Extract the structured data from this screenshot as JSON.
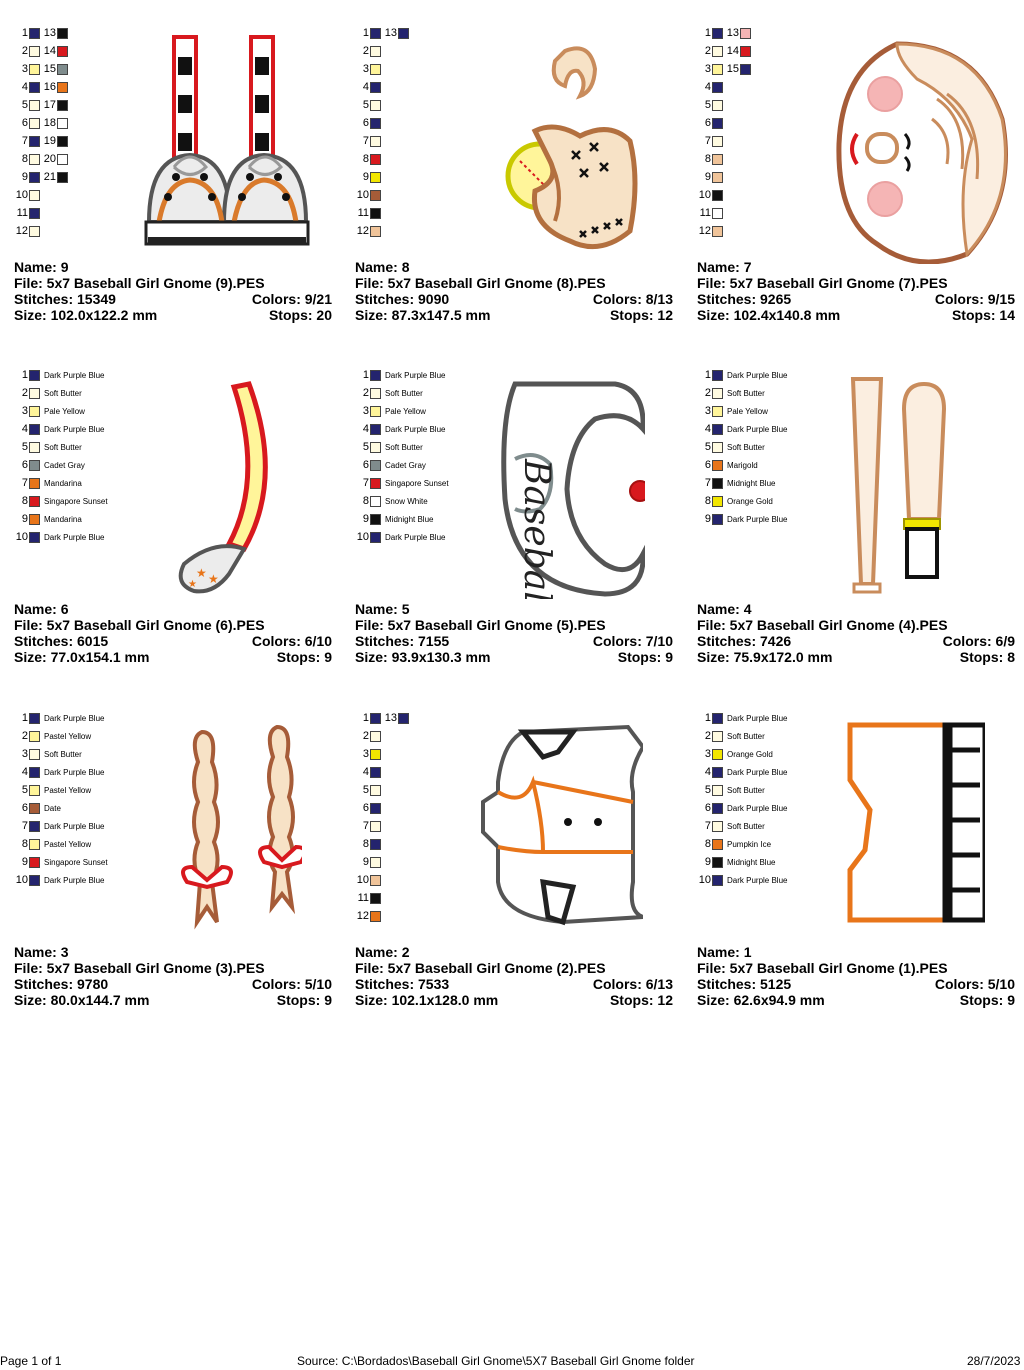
{
  "labels": {
    "name": "Name:",
    "file": "File:",
    "stitches": "Stitches:",
    "size": "Size:",
    "colors": "Colors:",
    "stops": "Stops:"
  },
  "footer": {
    "page": "Page 1 of 1",
    "source": "Source: C:\\Bordados\\Baseball Girl Gnome\\5X7 Baseball Girl Gnome folder",
    "date": "28/7/2023"
  },
  "designs": [
    {
      "name": "9",
      "file": "5x7  Baseball Girl Gnome (9).PES",
      "stitches": "15349",
      "colors": "9/21",
      "size": "102.0x122.2 mm",
      "stops": "20",
      "art": "legs-icon",
      "swatches": [
        {
          "n": "1",
          "c": "#24246e"
        },
        {
          "n": "2",
          "c": "#fffbe1"
        },
        {
          "n": "3",
          "c": "#fff59a"
        },
        {
          "n": "4",
          "c": "#24246e"
        },
        {
          "n": "5",
          "c": "#fffbe1"
        },
        {
          "n": "6",
          "c": "#fffbe1"
        },
        {
          "n": "7",
          "c": "#24246e"
        },
        {
          "n": "8",
          "c": "#fffbe1"
        },
        {
          "n": "9",
          "c": "#24246e"
        },
        {
          "n": "10",
          "c": "#fffbe1"
        },
        {
          "n": "11",
          "c": "#24246e"
        },
        {
          "n": "12",
          "c": "#fffbe1"
        },
        {
          "n": "13",
          "c": "#111111"
        },
        {
          "n": "14",
          "c": "#d8191e"
        },
        {
          "n": "15",
          "c": "#7f8c8d"
        },
        {
          "n": "16",
          "c": "#e8751a"
        },
        {
          "n": "17",
          "c": "#111111"
        },
        {
          "n": "18",
          "c": "#ffffff"
        },
        {
          "n": "19",
          "c": "#111111"
        },
        {
          "n": "20",
          "c": "#ffffff"
        },
        {
          "n": "21",
          "c": "#111111"
        }
      ]
    },
    {
      "name": "8",
      "file": "5x7  Baseball Girl Gnome (8).PES",
      "stitches": "9090",
      "colors": "8/13",
      "size": "87.3x147.5 mm",
      "stops": "12",
      "art": "glove-icon",
      "swatches": [
        {
          "n": "1",
          "c": "#24246e"
        },
        {
          "n": "2",
          "c": "#fffbe1"
        },
        {
          "n": "3",
          "c": "#fff59a"
        },
        {
          "n": "4",
          "c": "#24246e"
        },
        {
          "n": "5",
          "c": "#fffbe1"
        },
        {
          "n": "6",
          "c": "#24246e"
        },
        {
          "n": "7",
          "c": "#fffbe1"
        },
        {
          "n": "8",
          "c": "#d8191e"
        },
        {
          "n": "9",
          "c": "#f2e600"
        },
        {
          "n": "10",
          "c": "#a65c38"
        },
        {
          "n": "11",
          "c": "#111111"
        },
        {
          "n": "12",
          "c": "#f0c49a"
        },
        {
          "n": "13",
          "c": "#24246e"
        }
      ]
    },
    {
      "name": "7",
      "file": "5x7  Baseball Girl Gnome (7).PES",
      "stitches": "9265",
      "colors": "9/15",
      "size": "102.4x140.8 mm",
      "stops": "14",
      "art": "face-icon",
      "swatches": [
        {
          "n": "1",
          "c": "#24246e"
        },
        {
          "n": "2",
          "c": "#fffbe1"
        },
        {
          "n": "3",
          "c": "#fff59a"
        },
        {
          "n": "4",
          "c": "#24246e"
        },
        {
          "n": "5",
          "c": "#fffbe1"
        },
        {
          "n": "6",
          "c": "#24246e"
        },
        {
          "n": "7",
          "c": "#fffbe1"
        },
        {
          "n": "8",
          "c": "#f0c49a"
        },
        {
          "n": "9",
          "c": "#f0c49a"
        },
        {
          "n": "10",
          "c": "#111111"
        },
        {
          "n": "11",
          "c": "#ffffff"
        },
        {
          "n": "12",
          "c": "#f0c49a"
        },
        {
          "n": "13",
          "c": "#f5b5b5"
        },
        {
          "n": "14",
          "c": "#d8191e"
        },
        {
          "n": "15",
          "c": "#24246e"
        }
      ]
    },
    {
      "name": "6",
      "file": "5x7  Baseball Girl Gnome (6).PES",
      "stitches": "6015",
      "colors": "6/10",
      "size": "77.0x154.1 mm",
      "stops": "9",
      "art": "hat-brim-icon",
      "swatches": [
        {
          "n": "1",
          "c": "#24246e",
          "t": "Dark Purple Blue"
        },
        {
          "n": "2",
          "c": "#fffbe1",
          "t": "Soft Butter"
        },
        {
          "n": "3",
          "c": "#fff59a",
          "t": "Pale Yellow"
        },
        {
          "n": "4",
          "c": "#24246e",
          "t": "Dark Purple Blue"
        },
        {
          "n": "5",
          "c": "#fffbe1",
          "t": "Soft Butter"
        },
        {
          "n": "6",
          "c": "#7f8c8d",
          "t": "Cadet Gray"
        },
        {
          "n": "7",
          "c": "#e8751a",
          "t": "Mandarina"
        },
        {
          "n": "8",
          "c": "#d8191e",
          "t": "Singapore Sunset"
        },
        {
          "n": "9",
          "c": "#e8751a",
          "t": "Mandarina"
        },
        {
          "n": "10",
          "c": "#24246e",
          "t": "Dark Purple Blue"
        }
      ]
    },
    {
      "name": "5",
      "file": "5x7  Baseball Girl Gnome (5).PES",
      "stitches": "7155",
      "colors": "7/10",
      "size": "93.9x130.3 mm",
      "stops": "9",
      "art": "ball-icon",
      "swatches": [
        {
          "n": "1",
          "c": "#24246e",
          "t": "Dark Purple Blue"
        },
        {
          "n": "2",
          "c": "#fffbe1",
          "t": "Soft Butter"
        },
        {
          "n": "3",
          "c": "#fff59a",
          "t": "Pale Yellow"
        },
        {
          "n": "4",
          "c": "#24246e",
          "t": "Dark Purple Blue"
        },
        {
          "n": "5",
          "c": "#fffbe1",
          "t": "Soft Butter"
        },
        {
          "n": "6",
          "c": "#7f8c8d",
          "t": "Cadet Gray"
        },
        {
          "n": "7",
          "c": "#d8191e",
          "t": "Singapore Sunset"
        },
        {
          "n": "8",
          "c": "#ffffff",
          "t": "Snow White"
        },
        {
          "n": "9",
          "c": "#111111",
          "t": "Midnight Blue"
        },
        {
          "n": "10",
          "c": "#24246e",
          "t": "Dark Purple Blue"
        }
      ]
    },
    {
      "name": "4",
      "file": "5x7  Baseball Girl Gnome (4).PES",
      "stitches": "7426",
      "colors": "6/9",
      "size": "75.9x172.0 mm",
      "stops": "8",
      "art": "bat-icon",
      "swatches": [
        {
          "n": "1",
          "c": "#24246e",
          "t": "Dark Purple Blue"
        },
        {
          "n": "2",
          "c": "#fffbe1",
          "t": "Soft Butter"
        },
        {
          "n": "3",
          "c": "#fff59a",
          "t": "Pale Yellow"
        },
        {
          "n": "4",
          "c": "#24246e",
          "t": "Dark Purple Blue"
        },
        {
          "n": "5",
          "c": "#fffbe1",
          "t": "Soft Butter"
        },
        {
          "n": "6",
          "c": "#e8751a",
          "t": "Marigold"
        },
        {
          "n": "7",
          "c": "#111111",
          "t": "Midnight Blue"
        },
        {
          "n": "8",
          "c": "#f2e600",
          "t": "Orange Gold"
        },
        {
          "n": "9",
          "c": "#24246e",
          "t": "Dark Purple Blue"
        }
      ]
    },
    {
      "name": "3",
      "file": "5x7  Baseball Girl Gnome (3).PES",
      "stitches": "9780",
      "colors": "5/10",
      "size": "80.0x144.7 mm",
      "stops": "9",
      "art": "braids-icon",
      "swatches": [
        {
          "n": "1",
          "c": "#24246e",
          "t": "Dark Purple Blue"
        },
        {
          "n": "2",
          "c": "#fff59a",
          "t": "Pastel Yellow"
        },
        {
          "n": "3",
          "c": "#fffbe1",
          "t": "Soft Butter"
        },
        {
          "n": "4",
          "c": "#24246e",
          "t": "Dark Purple Blue"
        },
        {
          "n": "5",
          "c": "#fff59a",
          "t": "Pastel Yellow"
        },
        {
          "n": "6",
          "c": "#a65c38",
          "t": "Date"
        },
        {
          "n": "7",
          "c": "#24246e",
          "t": "Dark Purple Blue"
        },
        {
          "n": "8",
          "c": "#fff59a",
          "t": "Pastel Yellow"
        },
        {
          "n": "9",
          "c": "#d8191e",
          "t": "Singapore Sunset"
        },
        {
          "n": "10",
          "c": "#24246e",
          "t": "Dark Purple Blue"
        }
      ]
    },
    {
      "name": "2",
      "file": "5x7  Baseball Girl Gnome (2).PES",
      "stitches": "7533",
      "colors": "6/13",
      "size": "102.1x128.0 mm",
      "stops": "12",
      "art": "shirt-icon",
      "swatches": [
        {
          "n": "1",
          "c": "#24246e"
        },
        {
          "n": "2",
          "c": "#fffbe1"
        },
        {
          "n": "3",
          "c": "#f2e600"
        },
        {
          "n": "4",
          "c": "#24246e"
        },
        {
          "n": "5",
          "c": "#fffbe1"
        },
        {
          "n": "6",
          "c": "#24246e"
        },
        {
          "n": "7",
          "c": "#fffbe1"
        },
        {
          "n": "8",
          "c": "#24246e"
        },
        {
          "n": "9",
          "c": "#fffbe1"
        },
        {
          "n": "10",
          "c": "#f0c49a"
        },
        {
          "n": "11",
          "c": "#111111"
        },
        {
          "n": "12",
          "c": "#e8751a"
        },
        {
          "n": "13",
          "c": "#24246e"
        }
      ]
    },
    {
      "name": "1",
      "file": "5x7  Baseball Girl Gnome (1).PES",
      "stitches": "5125",
      "colors": "5/10",
      "size": "62.6x94.9 mm",
      "stops": "9",
      "art": "pants-icon",
      "swatches": [
        {
          "n": "1",
          "c": "#24246e",
          "t": "Dark Purple Blue"
        },
        {
          "n": "2",
          "c": "#fffbe1",
          "t": "Soft Butter"
        },
        {
          "n": "3",
          "c": "#f2e600",
          "t": "Orange Gold"
        },
        {
          "n": "4",
          "c": "#24246e",
          "t": "Dark Purple Blue"
        },
        {
          "n": "5",
          "c": "#fffbe1",
          "t": "Soft Butter"
        },
        {
          "n": "6",
          "c": "#24246e",
          "t": "Dark Purple Blue"
        },
        {
          "n": "7",
          "c": "#fffbe1",
          "t": "Soft Butter"
        },
        {
          "n": "8",
          "c": "#e8751a",
          "t": "Pumpkin Ice"
        },
        {
          "n": "9",
          "c": "#111111",
          "t": "Midnight Blue"
        },
        {
          "n": "10",
          "c": "#24246e",
          "t": "Dark Purple Blue"
        }
      ]
    }
  ]
}
